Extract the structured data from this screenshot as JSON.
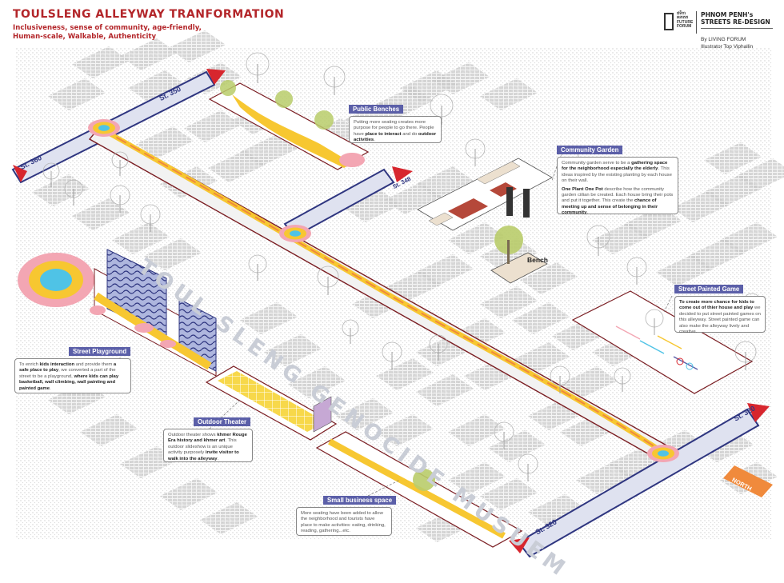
{
  "header": {
    "title": "TOULSLENG ALLEYWAY TRANFORMATION",
    "subtitle": "Inclusiveness, sense of community, age-friendly, Human-scale, Walkable, Authenticity"
  },
  "branding": {
    "logo_text": "វេទិកា អនាគត FUTURE FORUM",
    "project_title": "PHNOM PENH's STREETS RE-DESIGN",
    "byline": "By LIVING FORUM",
    "illustrator": "Illustrator Top Viphallin"
  },
  "streets": {
    "st350": "St. 350",
    "st360": "St. 360",
    "st348": "St. 348",
    "st320_right": "St. 320",
    "st320_bottom": "St. 320"
  },
  "site_label": "TOUL SLENG GENOCIDE MUSUEM",
  "north_label": "NORTH",
  "bench_label": "Bench",
  "callouts": {
    "public_benches": {
      "title": "Public Benches",
      "body_1": "Putting more seating creates more purpose for people to go there. People have ",
      "body_bold_1": "place to interact",
      "body_2": " and do ",
      "body_bold_2": "outdoor activities",
      "body_3": "."
    },
    "community_garden": {
      "title": "Community Garden",
      "p1_1": "Community garden serve to be a ",
      "p1_bold_1": "gathering space for the neighborhood especially the elderly",
      "p1_2": ". This ideas inspired by the existing planting by each house on their wall.",
      "p2_bold_1": "One Plant One Pot",
      "p2_1": " describe how the community garden ciilian be created. Each house bring their pots and put it together. This create the ",
      "p2_bold_2": "chance of meeting up and sense of belonging in their community",
      "p2_2": "."
    },
    "street_painted_game": {
      "title": "Street Painted Game",
      "body_bold_1": "To create more chance for kids to come out of thier house and play",
      "body_1": " we decided to put street painted games on this alleyway. Street painted game can also make the alleyway lively and creative."
    },
    "street_playground": {
      "title": "Street Playground",
      "body_1": "To enrich ",
      "body_bold_1": "kids interaction",
      "body_2": " and provide them ",
      "body_bold_2": "a safe place to play",
      "body_3": ", we converted a part of the street to be a playground, ",
      "body_bold_3": "where kids can play basketball, wall climbing, wall painting and painted game",
      "body_4": "."
    },
    "outdoor_theater": {
      "title": "Outdoor Theater",
      "body_1": "Outdoor theater shows ",
      "body_bold_1": "khmer Rouge Era history and khmer art",
      "body_2": ". This outdoor slideshow is an unique activity purposely ",
      "body_bold_2": "invite visitor to walk into the alleyway",
      "body_3": "."
    },
    "small_business": {
      "title": "Small business space",
      "body_1": "More seating have been added to allow the neighborhood and tourists have place to make activities: eating, drinking, reading, gathering...etc."
    }
  },
  "colors": {
    "accent_red": "#b3262a",
    "road_blue": "#dfe2f0",
    "road_edge": "#2f3680",
    "path_yellow": "#f7c731",
    "path_orange": "#f08a3c",
    "pink": "#f3a6b3",
    "cyan": "#4fc3e6",
    "callout_purple": "#5b5fa8",
    "tree_green": "#b9cc6a"
  }
}
